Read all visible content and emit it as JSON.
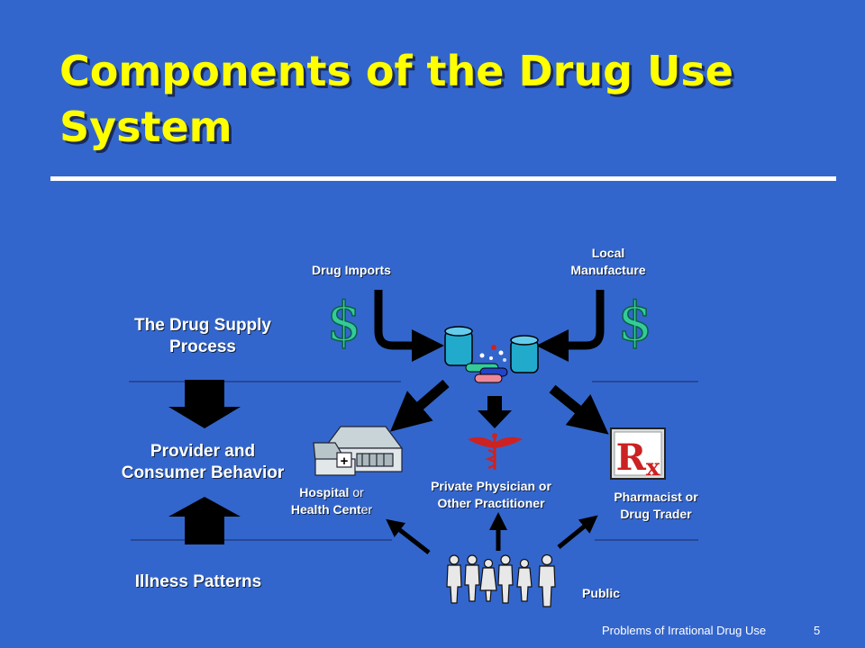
{
  "slide": {
    "title": "Components of the Drug Use System",
    "left_labels": {
      "supply_line1": "The Drug Supply",
      "supply_line2": "Process",
      "behavior_line1": "Provider and",
      "behavior_line2": "Consumer Behavior",
      "illness": "Illness Patterns"
    },
    "nodes": {
      "drug_imports": "Drug Imports",
      "local_line1": "Local",
      "local_line2": "Manufacture",
      "hospital_word1": "Hospital",
      "hospital_word2": " or",
      "health_word": "Health Cent",
      "health_suffix": "er",
      "physician_line1": "Private Physician or",
      "physician_line2": "Other Practitioner",
      "pharmacist_line1": "Pharmacist or",
      "pharmacist_line2": "Drug Trader",
      "public": "Public"
    },
    "symbols": {
      "dollar": "$",
      "rx": "Rx",
      "plus": "+"
    },
    "footer": {
      "text": "Problems of Irrational Drug Use",
      "page": "5"
    },
    "colors": {
      "background": "#3366cc",
      "title": "#ffff00",
      "dollar": "#33cc99",
      "caduceus": "#cc2222"
    }
  }
}
